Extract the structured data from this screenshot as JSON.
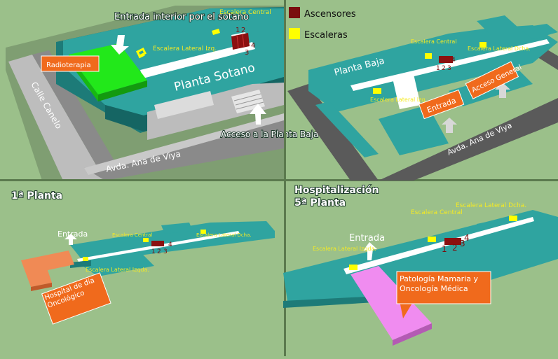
{
  "legend": {
    "elevators": {
      "label": "Ascensores",
      "color": "#7a0d0d"
    },
    "stairs": {
      "label": "Escaleras",
      "color": "#ffff00"
    }
  },
  "colors": {
    "background": "#9bc08a",
    "building": "#2fa4a0",
    "building_dark": "#1d7b78",
    "street": "#595959",
    "sidewalk": "#bfbfbf",
    "tag_orange": "#f06a1c",
    "radio_green": "#22e81a",
    "patologia_pink": "#f08cf0",
    "hospital_orange": "#f08a55",
    "stair_yellow": "#ffff00",
    "elevator_red": "#8b1010"
  },
  "panels": {
    "sotano": {
      "floor_label": "Planta Sotano",
      "street_side": "Calle Canelo",
      "street_front": "Avda. Ana de Viya",
      "tag": "Radioterapia",
      "entrance_label": "Entrada interior por el sotano",
      "access_label": "Acceso a la Planta Baja",
      "stair_left": "Escalera Lateral Izq.",
      "stair_center": "Escalera Central",
      "elevator_numbers": [
        "1",
        "2",
        "3",
        "4"
      ],
      "icons": [
        "elevator-icon",
        "stair-icon"
      ]
    },
    "baja": {
      "floor_label": "Planta Baja",
      "street": "Avda. Ana de Viya",
      "tag_entrance": "Entrada",
      "tag_access": "Acceso General",
      "stair_left": "Escalera Lateral Izq.",
      "stair_center": "Escalera Central",
      "stair_right": "Escalera Lateral Dcha.",
      "elevator_numbers": [
        "1",
        "2",
        "3",
        "4"
      ],
      "icons": [
        "elevator-icon",
        "stair-icon",
        "arrow-icon"
      ]
    },
    "primera": {
      "title": "1ª Planta",
      "entrance_label": "Entrada",
      "tag": "Hospital de día Oncológico",
      "stair_left": "Escalera Lateral Izqda.",
      "stair_center": "Escalera Central",
      "stair_right": "Escalera Lateral Dcha.",
      "elevator_numbers": [
        "1",
        "2",
        "3",
        "4"
      ]
    },
    "quinta": {
      "title_line1": "Hospitalización",
      "title_line2": "5ª Planta",
      "entrance_label": "Entrada",
      "tag": "Patología Mamaria y Oncología Médica",
      "stair_left": "Escalera Lateral Izqda.",
      "stair_center": "Escalera Central",
      "stair_right": "Escalera Lateral Dcha.",
      "elevator_numbers": [
        "1",
        "2",
        "3",
        "4"
      ]
    }
  }
}
